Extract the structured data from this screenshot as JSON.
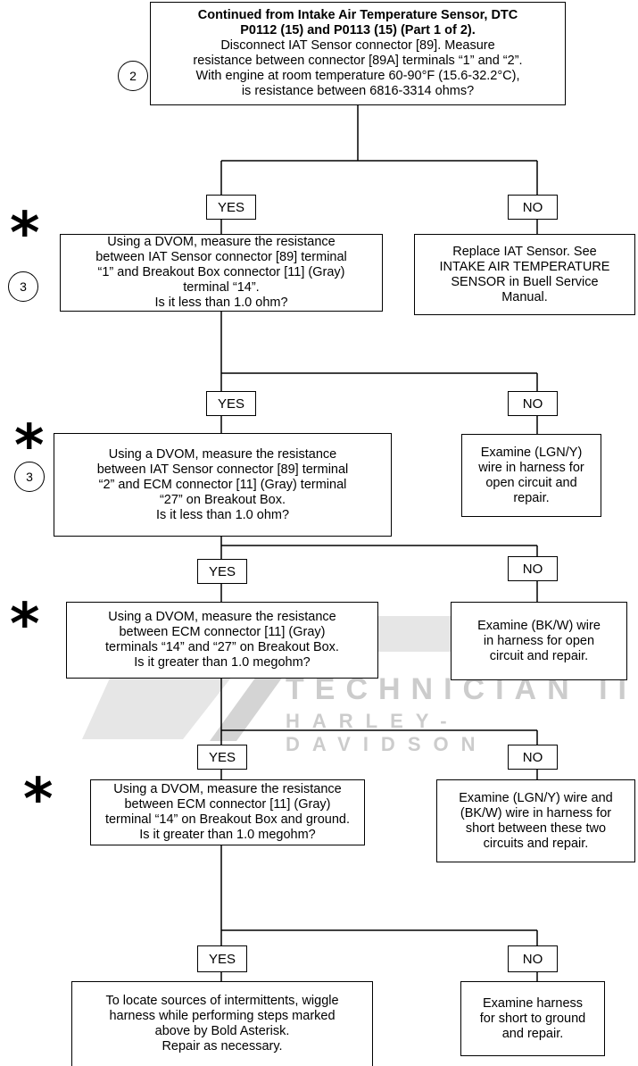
{
  "watermark": {
    "line1": "TECHNICIAN II",
    "line2": "HARLEY-DAVIDSON",
    "color": "#cccccc"
  },
  "step_markers": [
    "2",
    "3",
    "3"
  ],
  "bold_asterisk": "*",
  "boxes": {
    "start": {
      "title_lines": [
        "Continued from Intake Air Temperature Sensor, DTC",
        "P0112 (15) and P0113 (15) (Part 1 of 2)."
      ],
      "lines": [
        "Disconnect IAT Sensor connector [89]. Measure",
        "resistance between connector [89A] terminals “1” and “2”.",
        "With engine at room temperature 60-90°F (15.6-32.2°C),",
        "is resistance between 6816-3314 ohms?"
      ]
    },
    "q1": {
      "lines": [
        "Using a DVOM, measure the resistance",
        "between IAT Sensor connector [89] terminal",
        "“1” and Breakout Box connector [11] (Gray)",
        "terminal “14”.",
        "Is it less than 1.0 ohm?"
      ]
    },
    "no1": {
      "lines": [
        "Replace IAT Sensor. See",
        "INTAKE AIR TEMPERATURE",
        "SENSOR in Buell Service",
        "Manual."
      ]
    },
    "q2": {
      "lines": [
        "Using a DVOM, measure the resistance",
        "between IAT Sensor connector [89] terminal",
        "“2” and ECM connector [11] (Gray) terminal",
        "“27” on Breakout Box.",
        "Is it less than 1.0 ohm?"
      ]
    },
    "no2": {
      "lines": [
        "Examine (LGN/Y)",
        "wire in harness for",
        "open circuit and",
        "repair."
      ]
    },
    "q3": {
      "lines": [
        "Using a DVOM, measure the resistance",
        "between ECM connector [11] (Gray)",
        "terminals “14” and “27” on Breakout Box.",
        "Is it greater than 1.0 megohm?"
      ]
    },
    "no3": {
      "lines": [
        "Examine (BK/W) wire",
        "in harness for open",
        "circuit and repair."
      ]
    },
    "q4": {
      "lines": [
        "Using a DVOM, measure the resistance",
        "between ECM connector [11] (Gray)",
        "terminal “14” on Breakout Box and ground.",
        "Is it greater than 1.0 megohm?"
      ]
    },
    "no4": {
      "lines": [
        "Examine (LGN/Y) wire and",
        "(BK/W) wire in harness for",
        "short between these two",
        "circuits and repair."
      ]
    },
    "final": {
      "lines": [
        "To locate sources of intermittents, wiggle",
        "harness while performing steps marked",
        "above by Bold Asterisk.",
        "Repair as necessary."
      ]
    },
    "no5": {
      "lines": [
        "Examine harness",
        "for short to ground",
        "and repair."
      ]
    }
  },
  "labels": {
    "yes": "YES",
    "no": "NO"
  }
}
